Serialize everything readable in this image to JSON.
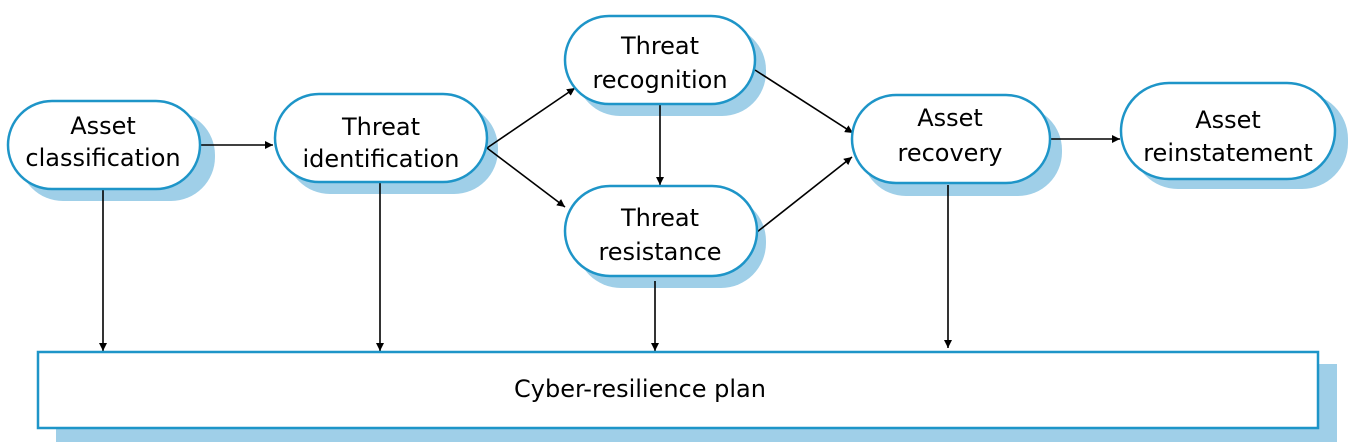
{
  "colors": {
    "border": "#1E95C8",
    "shadow": "#9FCFE8",
    "fill": "#FFFFFF",
    "arrow": "#000000",
    "text": "#000000"
  },
  "nodes": {
    "asset_classification": {
      "line1": "Asset",
      "line2": "classification"
    },
    "threat_identification": {
      "line1": "Threat",
      "line2": "identification"
    },
    "threat_recognition": {
      "line1": "Threat",
      "line2": "recognition"
    },
    "threat_resistance": {
      "line1": "Threat",
      "line2": "resistance"
    },
    "asset_recovery": {
      "line1": "Asset",
      "line2": "recovery"
    },
    "asset_reinstatement": {
      "line1": "Asset",
      "line2": "reinstatement"
    },
    "cyber_resilience_plan": {
      "label": "Cyber-resilience plan"
    }
  }
}
